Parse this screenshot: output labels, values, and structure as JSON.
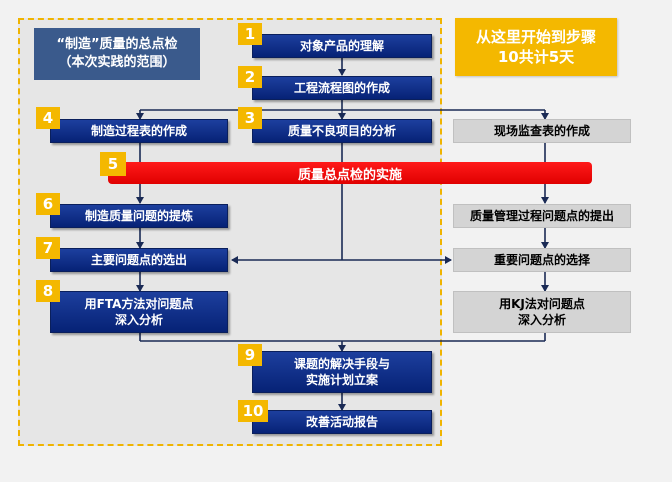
{
  "scope_box": {
    "line1": "“制造”质量的总点检",
    "line2": "（本次实践的范围）"
  },
  "callout": {
    "line1": "从这里开始到步骤",
    "line2": "10共计5天"
  },
  "steps": {
    "s1": {
      "num": "1",
      "label": "对象产品的理解"
    },
    "s2": {
      "num": "2",
      "label": "工程流程图的作成"
    },
    "s3": {
      "num": "3",
      "label": "质量不良项目的分析"
    },
    "s4": {
      "num": "4",
      "label": "制造过程表的作成"
    },
    "s5": {
      "num": "5",
      "label": "质量总点检的实施"
    },
    "s6": {
      "num": "6",
      "label": "制造质量问题的提炼"
    },
    "s7": {
      "num": "7",
      "label": "主要问题点的选出"
    },
    "s8": {
      "num": "8",
      "line1": "用FTA方法对问题点",
      "line2": "深入分析"
    },
    "s9": {
      "num": "9",
      "line1": "课题的解决手段与",
      "line2": "实施计划立案"
    },
    "s10": {
      "num": "10",
      "label": "改善活动报告"
    }
  },
  "right_steps": {
    "r1": {
      "label": "现场监查表的作成"
    },
    "r2": {
      "label": "质量管理过程问题点的提出"
    },
    "r3": {
      "label": "重要问题点的选择"
    },
    "r4": {
      "line1": "用KJ法对问题点",
      "line2": "深入分析"
    }
  },
  "colors": {
    "accent_yellow": "#f4b800",
    "step_blue": "#062276",
    "highlight_red": "#ff0000",
    "out_of_scope_gray": "#d4d4d4",
    "scope_box_blue": "#3a5a8c"
  }
}
